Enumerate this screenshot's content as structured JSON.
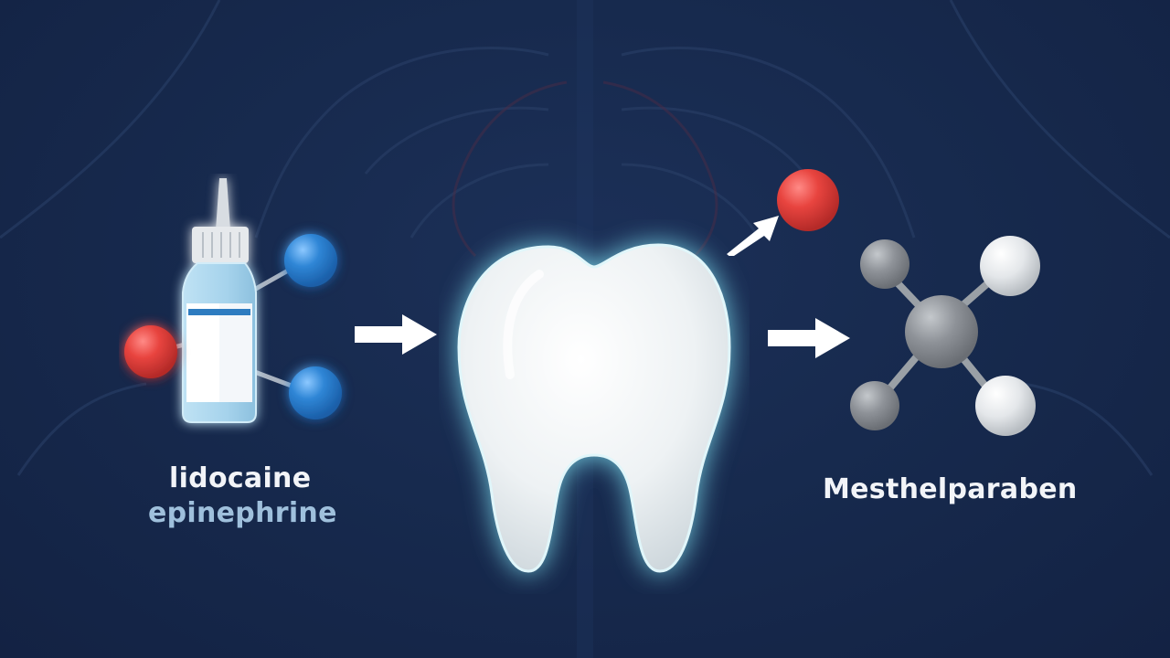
{
  "diagram": {
    "left_group": {
      "icon": "vial-with-molecule",
      "labels": {
        "primary": "lidocaine",
        "secondary": "epinephrine"
      },
      "colors": {
        "primary": "#f2f4f8",
        "secondary": "#9fc0dc"
      }
    },
    "center": {
      "icon": "tooth"
    },
    "right_group": {
      "icon": "molecule",
      "label": "Mesthelparaben",
      "released_atom_color": "#e0403c"
    },
    "arrows": [
      {
        "from": "left_group",
        "to": "center",
        "icon": "arrow-right"
      },
      {
        "from": "center",
        "to": "right_group",
        "icon": "arrow-right"
      },
      {
        "from": "center",
        "to": "released_atom",
        "icon": "arrow-up-right"
      }
    ],
    "colors": {
      "background": "#172a4e",
      "red_atom": "#e0403c",
      "blue_atom": "#2f86d6",
      "gray_atom": "#8e9298",
      "white_atom": "#e8eaec",
      "tooth_glow": "#7fe0f0"
    }
  }
}
